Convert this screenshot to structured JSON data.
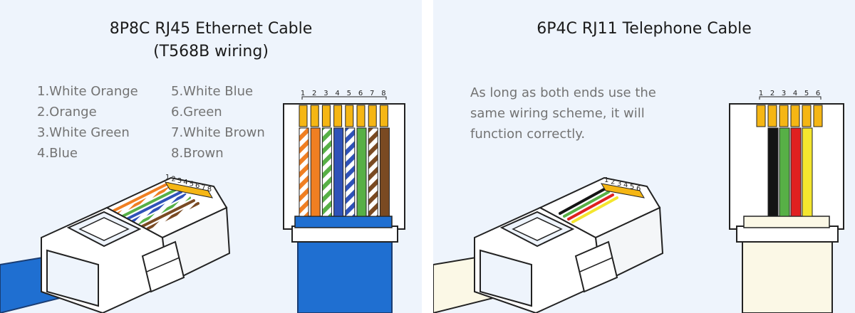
{
  "left_panel": {
    "title_line1": "8P8C RJ45 Ethernet Cable",
    "title_line2": "(T568B wiring)",
    "legend": [
      "1.White Orange",
      "2.Orange",
      "3.White Green",
      "4.Blue",
      "5.White Blue",
      "6.Green",
      "7.White Brown",
      "8.Brown"
    ],
    "pin_numbers": [
      "1",
      "2",
      "3",
      "4",
      "5",
      "6",
      "7",
      "8"
    ],
    "cable_color": "#1f6fd1"
  },
  "right_panel": {
    "title": "6P4C RJ11 Telephone Cable",
    "note": "As long as both ends use the same wiring scheme, it will function correctly.",
    "pin_numbers": [
      "1",
      "2",
      "3",
      "4",
      "5",
      "6"
    ],
    "cable_color": "#fbf8e6"
  },
  "colors": {
    "orange": "#f07f22",
    "green": "#57b046",
    "blue": "#2f52b8",
    "brown": "#7a4a22",
    "contact_gold": "#f5b614",
    "black": "#141414",
    "red": "#e02020",
    "yellow": "#f4e62e",
    "panel_bg": "#eef4fc"
  }
}
